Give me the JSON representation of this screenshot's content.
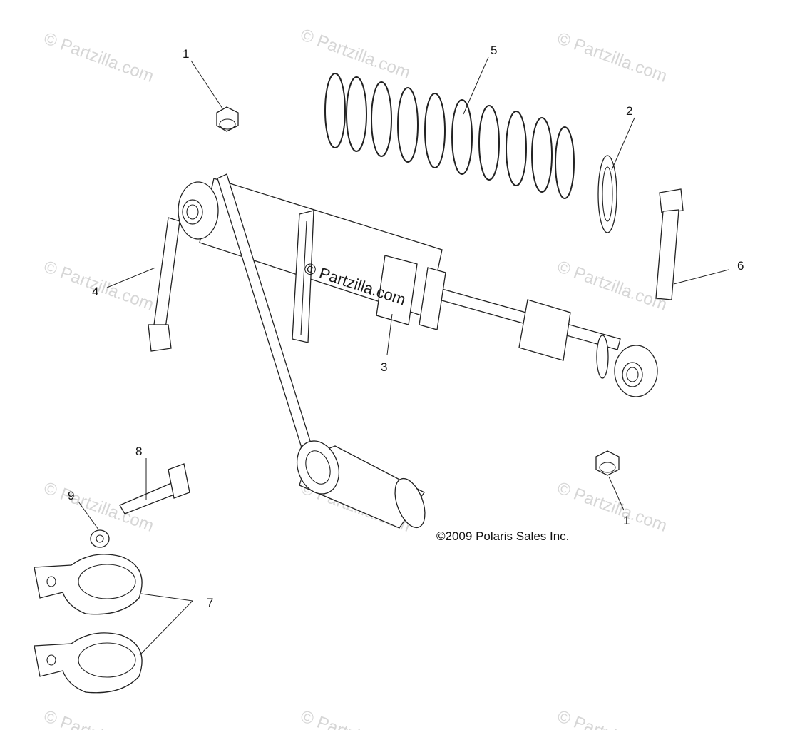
{
  "watermark_text": "© Partzilla.com",
  "copyright": "©2009 Polaris Sales Inc.",
  "callouts": {
    "nut_top": "1",
    "spring_retainer": "2",
    "shock_body": "3",
    "bolt_left": "4",
    "spring": "5",
    "bolt_right": "6",
    "clamps": "7",
    "bolt_long": "8",
    "washer": "9",
    "nut_bottom": "1"
  },
  "colors": {
    "line": "#222222",
    "watermark": "#d6d6d6",
    "background": "#ffffff"
  }
}
